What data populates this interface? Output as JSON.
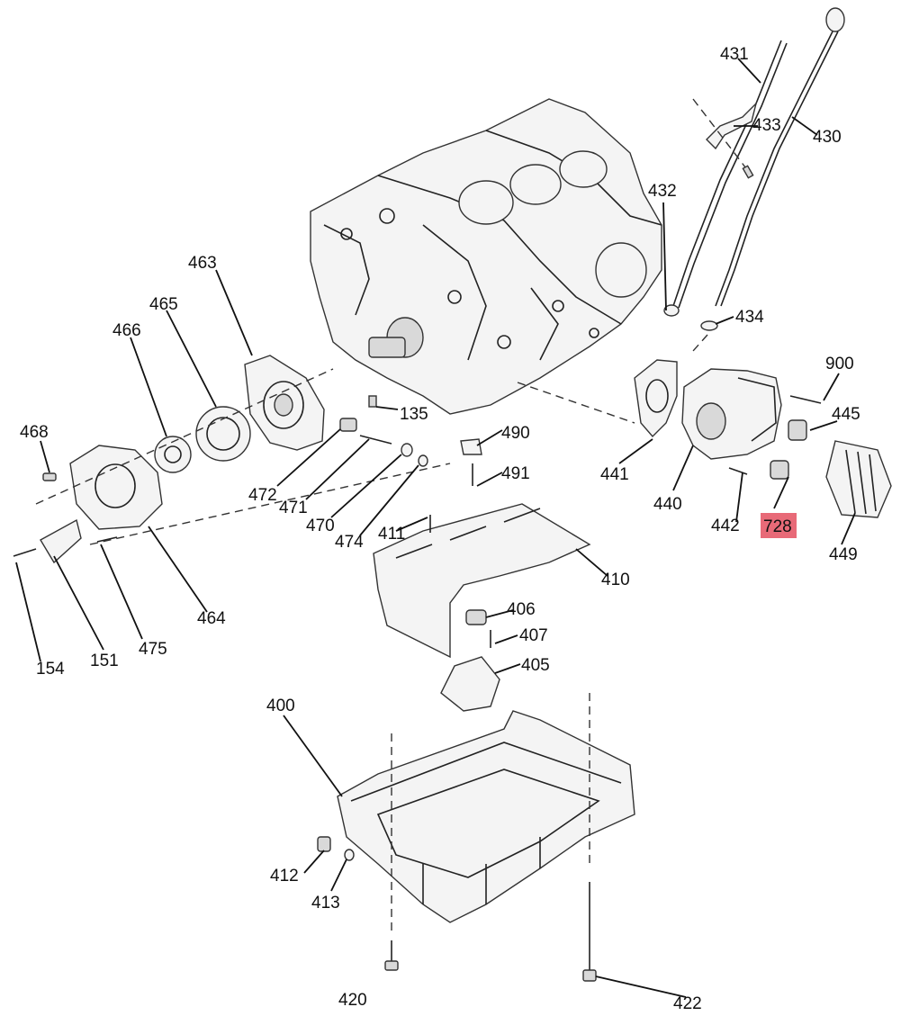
{
  "highlight": {
    "color": "#e86a78",
    "label": "728"
  },
  "callouts": [
    "431",
    "433",
    "430",
    "432",
    "434",
    "900",
    "445",
    "463",
    "465",
    "466",
    "468",
    "135",
    "490",
    "491",
    "441",
    "440",
    "442",
    "449",
    "472",
    "471",
    "470",
    "474",
    "411",
    "410",
    "406",
    "407",
    "405",
    "154",
    "151",
    "475",
    "464",
    "400",
    "412",
    "413",
    "420",
    "422"
  ]
}
